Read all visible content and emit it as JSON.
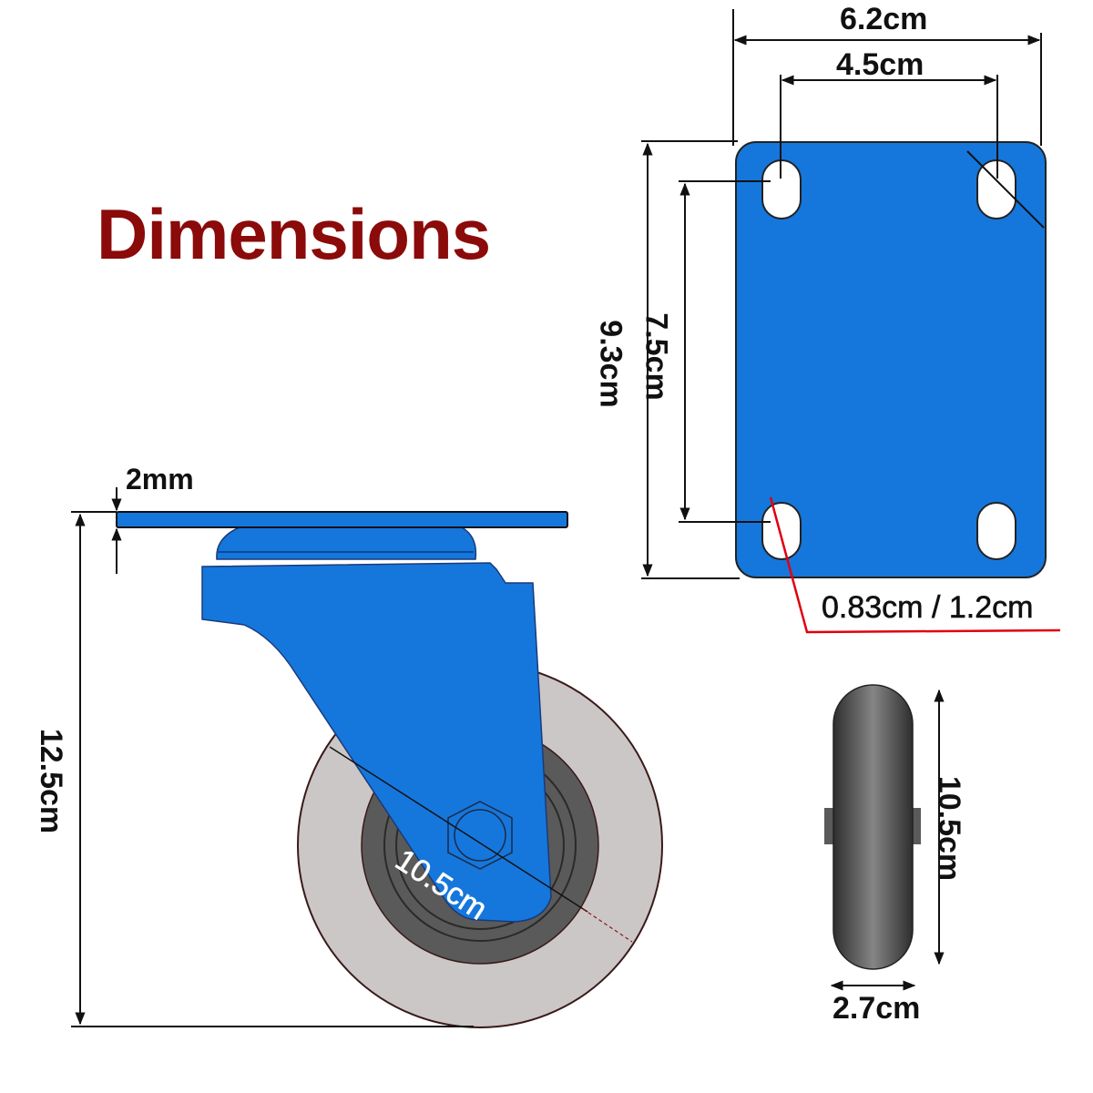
{
  "title": "Dimensions",
  "colors": {
    "title": "#8b0a0a",
    "caster_blue": "#1577dc",
    "wheel_tread": "#cbc7c6",
    "wheel_hub": "#5a5a5a",
    "leader_line": "#e0000f"
  },
  "top_plate": {
    "overall_width": "6.2cm",
    "hole_spacing_width": "4.5cm",
    "overall_length": "9.3cm",
    "hole_spacing_length": "7.5cm",
    "bolt_hole_size": "0.83cm / 1.2cm"
  },
  "side_view": {
    "plate_thickness": "2mm",
    "overall_height": "12.5cm",
    "wheel_diameter": "10.5cm"
  },
  "wheel_front_view": {
    "wheel_diameter": "10.5cm",
    "wheel_width": "2.7cm"
  }
}
